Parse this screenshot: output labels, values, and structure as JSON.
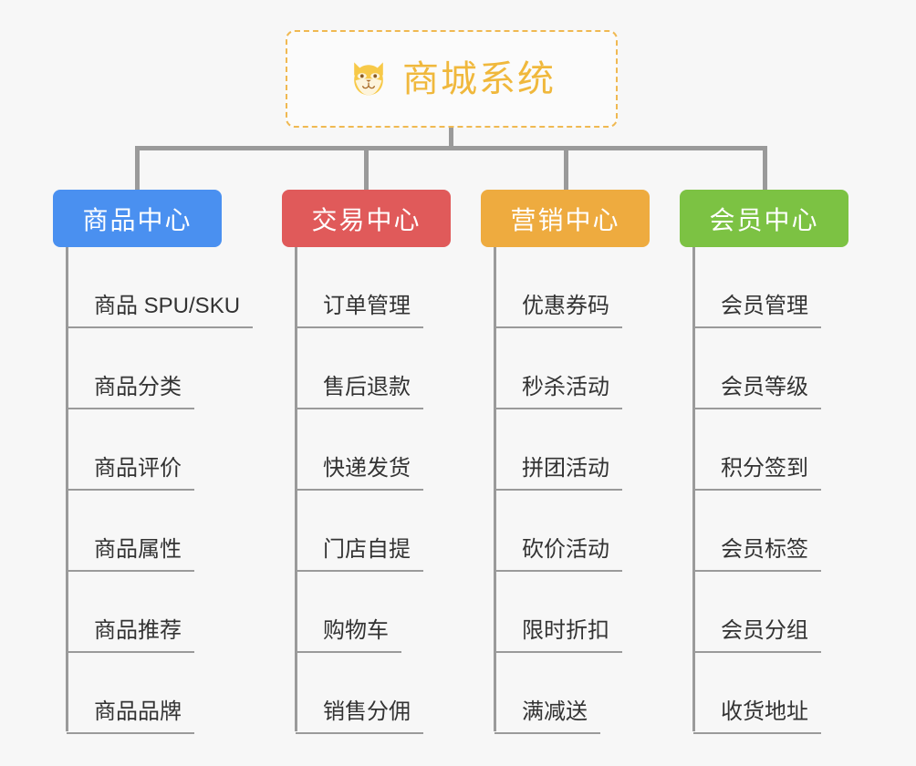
{
  "canvas": {
    "background": "#f7f7f7",
    "connector_color": "#9a9a9a"
  },
  "root": {
    "title": "商城系统",
    "icon": "shiba-dog-icon",
    "text_color": "#f0b83c",
    "border_color": "#f0b952"
  },
  "branches": [
    {
      "label": "商品中心",
      "color": "#4a90f0",
      "items": [
        "商品 SPU/SKU",
        "商品分类",
        "商品评价",
        "商品属性",
        "商品推荐",
        "商品品牌"
      ]
    },
    {
      "label": "交易中心",
      "color": "#e05a5a",
      "items": [
        "订单管理",
        "售后退款",
        "快递发货",
        "门店自提",
        "购物车",
        "销售分佣"
      ]
    },
    {
      "label": "营销中心",
      "color": "#eeab3f",
      "items": [
        "优惠券码",
        "秒杀活动",
        "拼团活动",
        "砍价活动",
        "限时折扣",
        "满减送"
      ]
    },
    {
      "label": "会员中心",
      "color": "#7cc243",
      "items": [
        "会员管理",
        "会员等级",
        "积分签到",
        "会员标签",
        "会员分组",
        "收货地址"
      ]
    }
  ]
}
